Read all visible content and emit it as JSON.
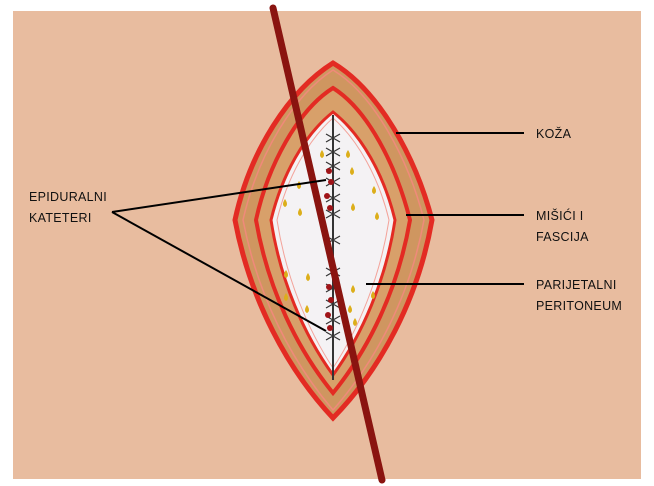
{
  "labels": {
    "skin": "KOŽA",
    "muscles_line1": "MIŠIĆI I",
    "muscles_line2": "FASCIJA",
    "peritoneum_line1": "PARIJETALNI",
    "peritoneum_line2": "PERITONEUM",
    "catheters_line1": "EPIDURALNI",
    "catheters_line2": "KATETERI"
  },
  "colors": {
    "background_skin": "#e8bc9f",
    "muscle_layer": "#cf9660",
    "tissue_border": "#e32b23",
    "wound_interior": "#f4f2f4",
    "catheter": "#8a1410",
    "drops": "#dcae1a",
    "suture": "#333333"
  }
}
